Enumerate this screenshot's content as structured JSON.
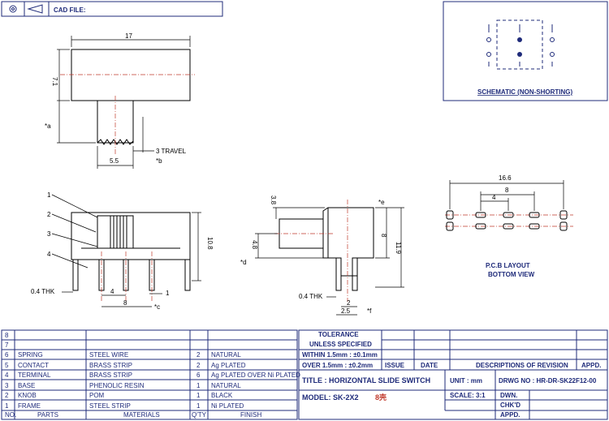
{
  "header": {
    "cad_label": "CAD FILE:"
  },
  "schematic": {
    "label": "SCHEMATIC (NON-SHORTING)"
  },
  "views": {
    "top": {
      "dim_width": "17",
      "dim_height": "7.1",
      "dim_actuator": "5.5",
      "travel": "3 TRAVEL",
      "note_a": "*a",
      "note_b": "*b"
    },
    "front": {
      "callouts": [
        "1",
        "2",
        "3",
        "4"
      ],
      "thk": "0.4 THK",
      "dim_pitch": "4",
      "dim_span": "8",
      "dim_pin": "1",
      "dim_height": "10.8",
      "note_c": "*c"
    },
    "side": {
      "dim_knob": "3.8",
      "dim_4_8": "4.8",
      "dim_8": "8",
      "dim_11_9": "11.9",
      "dim_2": "2",
      "dim_2_5": "2.5",
      "thk": "0.4 THK",
      "note_d": "*d",
      "note_e": "*e",
      "note_f": "*f"
    },
    "pcb": {
      "dim_total": "16.6",
      "dim_8": "8",
      "dim_4": "4",
      "label_line1": "P.C.B LAYOUT",
      "label_line2": "BOTTOM VIEW"
    }
  },
  "bom": {
    "rows": [
      {
        "no": "8",
        "parts": "",
        "materials": "",
        "qty": "",
        "finish": ""
      },
      {
        "no": "7",
        "parts": "",
        "materials": "",
        "qty": "",
        "finish": ""
      },
      {
        "no": "6",
        "parts": "SPRING",
        "materials": "STEEL WIRE",
        "qty": "2",
        "finish": "NATURAL"
      },
      {
        "no": "5",
        "parts": "CONTACT",
        "materials": "BRASS STRIP",
        "qty": "2",
        "finish": "Ag PLATED"
      },
      {
        "no": "4",
        "parts": "TERMINAL",
        "materials": "BRASS STRIP",
        "qty": "6",
        "finish": "Ag PLATED OVER Ni PLATED"
      },
      {
        "no": "3",
        "parts": "BASE",
        "materials": "PHENOLIC RESIN",
        "qty": "1",
        "finish": "NATURAL"
      },
      {
        "no": "2",
        "parts": "KNOB",
        "materials": "POM",
        "qty": "1",
        "finish": "BLACK"
      },
      {
        "no": "1",
        "parts": "FRAME",
        "materials": "STEEL STRIP",
        "qty": "1",
        "finish": "Ni PLATED"
      }
    ],
    "headers": {
      "no": "NO.",
      "parts": "PARTS",
      "materials": "MATERIALS",
      "qty": "Q'TY",
      "finish": "FINISH"
    }
  },
  "title_block": {
    "tolerance": "TOLERANCE",
    "unless": "UNLESS  SPECIFIED",
    "within": "WITHIN 1.5mm : ±0.1mm",
    "over": "OVER 1.5mm : ±0.2mm",
    "issue": "ISSUE",
    "date": "DATE",
    "descriptions": "DESCRIPTIONS OF REVISION",
    "appd": "APPD.",
    "title": "TITLE :  HORIZONTAL  SLIDE  SWITCH",
    "unit": "UNIT :  mm",
    "drwg": "DRWG NO :  HR-DR-SK22F12-00",
    "model": "MODEL:  SK-2X2",
    "model_note": "8壳",
    "scale": "SCALE:  3:1",
    "dwn": "DWN.",
    "chkd": "CHK'D",
    "appd2": "APPD."
  }
}
